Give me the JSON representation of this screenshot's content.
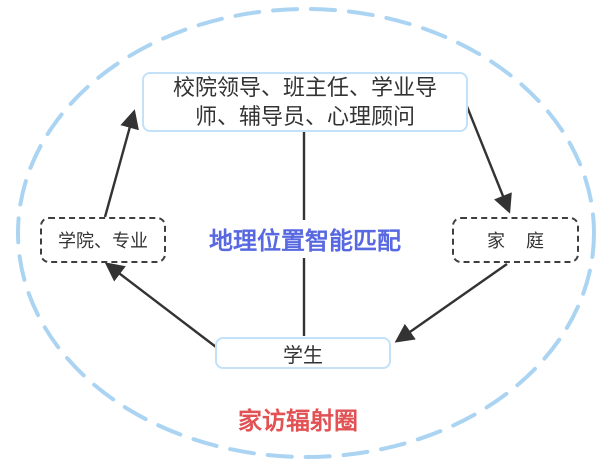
{
  "diagram": {
    "title_hint": "home-visit radius diagram",
    "center_label": "地理位置智能匹配",
    "outer_label": "家访辐射圈",
    "nodes": {
      "staff": {
        "label": "校院领导、班主任、学业导师、辅导员、心理顾问"
      },
      "college": {
        "label": "学院、专业"
      },
      "family": {
        "label": "家 庭"
      },
      "student": {
        "label": "学生"
      }
    },
    "colors": {
      "ellipse_stroke": "#abd4f2",
      "solid_box_border": "#c3e1f8",
      "dashed_box_border": "#3f3f3f",
      "arrow": "#333333",
      "center_label": "#5868e0",
      "outer_label": "#e25254",
      "node_text": "#333333",
      "background": "#ffffff"
    }
  }
}
